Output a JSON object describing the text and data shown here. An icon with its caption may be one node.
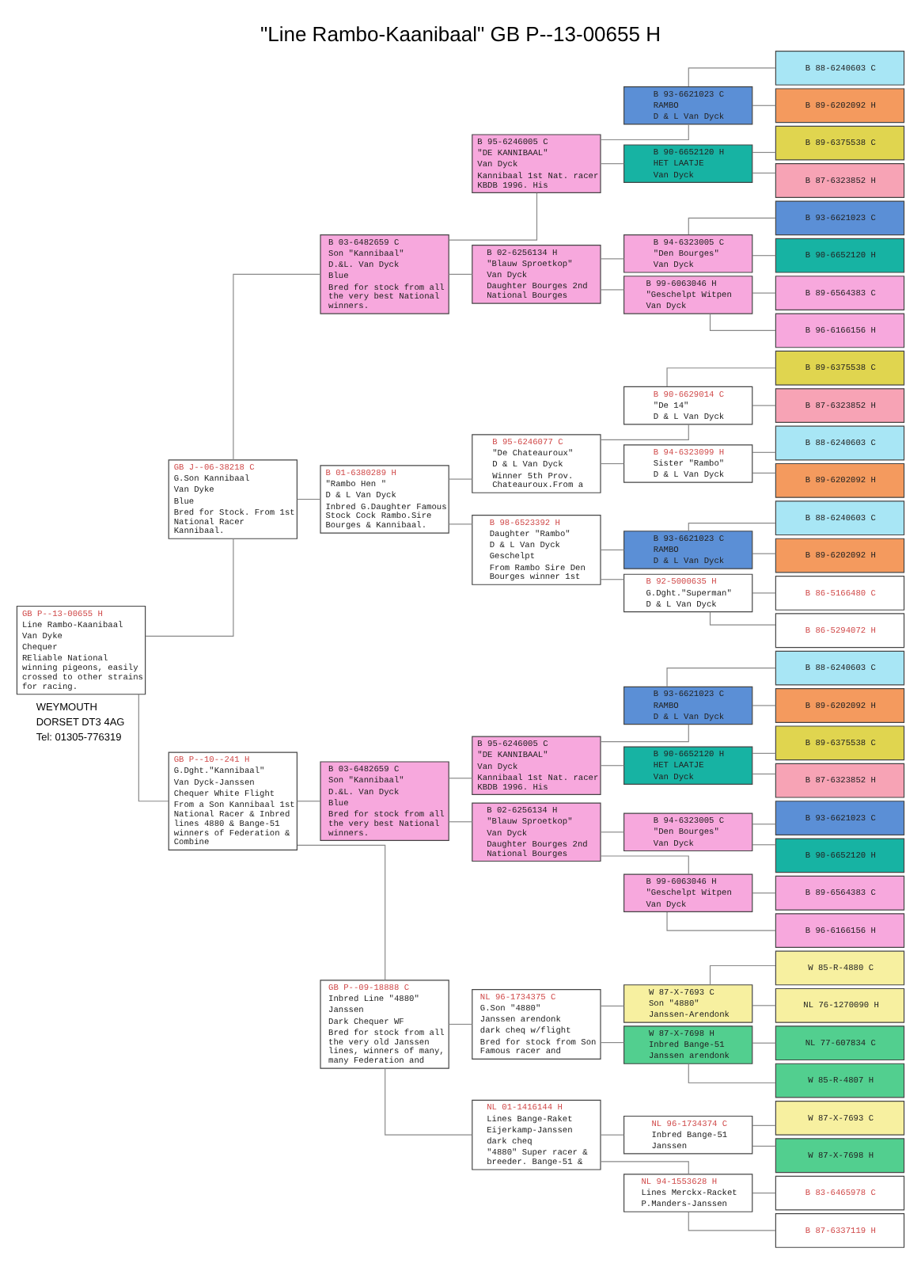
{
  "diagram": {
    "title": "\"Line Rambo-Kaanibaal\" GB P--13-00655 H",
    "nodes": [
      {
        "text": [
          "GB P--13-00655 H",
          "Line Rambo-Kaanibaal",
          "Van Dyke",
          "Chequer",
          "REliable National winning pigeons, easily crossed to other strains for racing."
        ]
      },
      {
        "text": [
          "GB J--06-38218 C",
          "G.Son Kannibaal",
          "Van Dyke",
          "Blue",
          "Bred for Stock. From 1st National Racer Kannibaal."
        ]
      },
      {
        "text": [
          "GB P--10--241 H",
          "G.Dght.\"Kannibaal\"",
          "Van Dyck-Janssen",
          "Chequer White Flight",
          "From a Son Kannibaal 1st National Racer & Inbred lines 4880 & Bange-51 winners of Federation & Combine"
        ]
      },
      {
        "text": [
          "B 03-6482659 C",
          "Son \"Kannibaal\"",
          "D.&L. Van Dyck",
          "Blue",
          "Bred for stock from all the very best National winners."
        ]
      },
      {
        "text": [
          "B 01-6380289 H",
          "\"Rambo Hen \"",
          "D & L Van Dyck",
          "Inbred G.Daughter Famous Stock Cock Rambo.Sire Bourges & Kannibaal."
        ]
      },
      {
        "text": [
          "B 03-6482659 C",
          "Son \"Kannibaal\"",
          "D.&L. Van Dyck",
          "Blue",
          "Bred for stock from all the very best National winners."
        ]
      },
      {
        "text": [
          "GB P--09-18888 C",
          "Inbred Line \"4880\"",
          "Janssen",
          "Dark Chequer WF",
          "Bred for stock from all the very old Janssen lines, winners of many, many Federation and"
        ]
      },
      {
        "text": [
          "B 95-6246005 C",
          "\"DE KANNIBAAL\"",
          "Van Dyck",
          "Kannibaal 1st Nat. racer KBDB 1996. His"
        ]
      },
      {
        "text": [
          "B 02-6256134 H",
          "\"Blauw Sproetkop\"",
          "Van Dyck",
          "Daughter Bourges 2nd National Bourges"
        ]
      },
      {
        "text": [
          "B 95-6246077 C",
          "\"De Chateauroux\"",
          "D & L Van Dyck",
          "Winner 5th Prov. Chateauroux.From a"
        ]
      },
      {
        "text": [
          "B 98-6523392 H",
          "Daughter \"Rambo\"",
          "D & L Van Dyck",
          "Geschelpt",
          "From Rambo Sire Den Bourges winner 1st"
        ]
      },
      {
        "text": [
          "B 95-6246005 C",
          "\"DE KANNIBAAL\"",
          "Van Dyck",
          "Kannibaal 1st Nat. racer KBDB 1996. His"
        ]
      },
      {
        "text": [
          "B 02-6256134 H",
          "\"Blauw Sproetkop\"",
          "Van Dyck",
          "Daughter Bourges 2nd National Bourges"
        ]
      },
      {
        "text": [
          "NL 96-1734375 C",
          "G.Son \"4880\"",
          "Janssen arendonk",
          "dark cheq w/flight",
          "Bred for stock from Son Famous racer and"
        ]
      },
      {
        "text": [
          "NL 01-1416144 H",
          "Lines Bange-Raket",
          "Eijerkamp-Janssen",
          "dark cheq",
          "\"4880\" Super racer & breeder. Bange-51 &"
        ]
      },
      {
        "text": [
          "B 93-6621023 C",
          "RAMBO",
          "D & L Van Dyck"
        ]
      },
      {
        "text": [
          "B 90-6652120 H",
          "HET LAATJE",
          "Van Dyck"
        ]
      },
      {
        "text": [
          "B 94-6323005 C",
          "\"Den Bourges\"",
          "Van Dyck"
        ]
      },
      {
        "text": [
          "B 99-6063046 H",
          "\"Geschelpt Witpen",
          "Van Dyck"
        ]
      },
      {
        "text": [
          "B 90-6629014 C",
          "\"De 14\"",
          "D & L Van Dyck"
        ]
      },
      {
        "text": [
          "B 94-6323099 H",
          "Sister \"Rambo\"",
          "D & L Van Dyck"
        ]
      },
      {
        "text": [
          "B 93-6621023 C",
          "RAMBO",
          "D & L Van Dyck"
        ]
      },
      {
        "text": [
          "B 92-5000635 H",
          "G.Dght.\"Superman\"",
          "D & L Van Dyck"
        ]
      },
      {
        "text": [
          "B 93-6621023 C",
          "RAMBO",
          "D & L Van Dyck"
        ]
      },
      {
        "text": [
          "B 90-6652120 H",
          "HET LAATJE",
          "Van Dyck"
        ]
      },
      {
        "text": [
          "B 94-6323005 C",
          "\"Den Bourges\"",
          "Van Dyck"
        ]
      },
      {
        "text": [
          "B 99-6063046 H",
          "\"Geschelpt Witpen",
          "Van Dyck"
        ]
      },
      {
        "text": [
          "W 87-X-7693 C",
          "Son \"4880\"",
          "Janssen-Arendonk"
        ]
      },
      {
        "text": [
          "W 87-X-7698 H",
          "Inbred Bange-51",
          "Janssen arendonk"
        ]
      },
      {
        "text": [
          "NL 96-1734374 C",
          "Inbred Bange-51",
          "Janssen"
        ]
      },
      {
        "text": [
          "NL 94-1553628 H",
          "Lines Merckx-Racket",
          "P.Manders-Janssen"
        ]
      },
      {
        "text": [
          "B 88-6240603 C"
        ]
      },
      {
        "text": [
          "B 89-6202092 H"
        ]
      },
      {
        "text": [
          "B 89-6375538 C"
        ]
      },
      {
        "text": [
          "B 87-6323852 H"
        ]
      },
      {
        "text": [
          "B 93-6621023 C"
        ]
      },
      {
        "text": [
          "B 90-6652120 H"
        ]
      },
      {
        "text": [
          "B 89-6564383 C"
        ]
      },
      {
        "text": [
          "B 96-6166156 H"
        ]
      },
      {
        "text": [
          "B 89-6375538 C"
        ]
      },
      {
        "text": [
          "B 87-6323852 H"
        ]
      },
      {
        "text": [
          "B 88-6240603 C"
        ]
      },
      {
        "text": [
          "B 89-6202092 H"
        ]
      },
      {
        "text": [
          "B 88-6240603 C"
        ]
      },
      {
        "text": [
          "B 89-6202092 H"
        ]
      },
      {
        "text": [
          "B 86-5166480 C"
        ]
      },
      {
        "text": [
          "B 86-5294072 H"
        ]
      },
      {
        "text": [
          "B 88-6240603 C"
        ]
      },
      {
        "text": [
          "B 89-6202092 H"
        ]
      },
      {
        "text": [
          "B 89-6375538 C"
        ]
      },
      {
        "text": [
          "B 87-6323852 H"
        ]
      },
      {
        "text": [
          "B 93-6621023 C"
        ]
      },
      {
        "text": [
          "B 90-6652120 H"
        ]
      },
      {
        "text": [
          "B 89-6564383 C"
        ]
      },
      {
        "text": [
          "B 96-6166156 H"
        ]
      },
      {
        "text": [
          "W 85-R-4880 C"
        ]
      },
      {
        "text": [
          "NL 76-1270090 H"
        ]
      },
      {
        "text": [
          "NL 77-607834 C"
        ]
      },
      {
        "text": [
          "W 85-R-4807 H"
        ]
      },
      {
        "text": [
          "W 87-X-7693 C"
        ]
      },
      {
        "text": [
          "W 87-X-7698 H"
        ]
      },
      {
        "text": [
          "B 83-6465978 C"
        ]
      },
      {
        "text": [
          "B 87-6337119 H"
        ]
      }
    ],
    "edges": [
      {
        "from": 0,
        "to": 1,
        "arrow": "none"
      },
      {
        "from": 0,
        "to": 2,
        "arrow": "none"
      },
      {
        "from": 1,
        "to": 3,
        "arrow": "none"
      },
      {
        "from": 1,
        "to": 4,
        "arrow": "none"
      },
      {
        "from": 2,
        "to": 5,
        "arrow": "none"
      },
      {
        "from": 2,
        "to": 6,
        "arrow": "none"
      },
      {
        "from": 3,
        "to": 7,
        "arrow": "none"
      },
      {
        "from": 3,
        "to": 8,
        "arrow": "none"
      },
      {
        "from": 4,
        "to": 9,
        "arrow": "none"
      },
      {
        "from": 4,
        "to": 10,
        "arrow": "none"
      },
      {
        "from": 5,
        "to": 11,
        "arrow": "none"
      },
      {
        "from": 5,
        "to": 12,
        "arrow": "none"
      },
      {
        "from": 6,
        "to": 13,
        "arrow": "none"
      },
      {
        "from": 6,
        "to": 14,
        "arrow": "none"
      },
      {
        "from": 7,
        "to": 15,
        "arrow": "none"
      },
      {
        "from": 7,
        "to": 16,
        "arrow": "none"
      },
      {
        "from": 8,
        "to": 17,
        "arrow": "none"
      },
      {
        "from": 8,
        "to": 18,
        "arrow": "none"
      },
      {
        "from": 9,
        "to": 19,
        "arrow": "none"
      },
      {
        "from": 9,
        "to": 20,
        "arrow": "none"
      },
      {
        "from": 10,
        "to": 21,
        "arrow": "none"
      },
      {
        "from": 10,
        "to": 22,
        "arrow": "none"
      },
      {
        "from": 11,
        "to": 23,
        "arrow": "none"
      },
      {
        "from": 11,
        "to": 24,
        "arrow": "none"
      },
      {
        "from": 12,
        "to": 25,
        "arrow": "none"
      },
      {
        "from": 12,
        "to": 26,
        "arrow": "none"
      },
      {
        "from": 13,
        "to": 27,
        "arrow": "none"
      },
      {
        "from": 13,
        "to": 28,
        "arrow": "none"
      },
      {
        "from": 14,
        "to": 29,
        "arrow": "none"
      },
      {
        "from": 14,
        "to": 30,
        "arrow": "none"
      },
      {
        "from": 15,
        "to": 31,
        "arrow": "none"
      },
      {
        "from": 15,
        "to": 32,
        "arrow": "none"
      },
      {
        "from": 16,
        "to": 33,
        "arrow": "none"
      },
      {
        "from": 16,
        "to": 34,
        "arrow": "none"
      },
      {
        "from": 17,
        "to": 35,
        "arrow": "none"
      },
      {
        "from": 17,
        "to": 36,
        "arrow": "none"
      },
      {
        "from": 18,
        "to": 37,
        "arrow": "none"
      },
      {
        "from": 18,
        "to": 38,
        "arrow": "none"
      },
      {
        "from": 19,
        "to": 39,
        "arrow": "none"
      },
      {
        "from": 19,
        "to": 40,
        "arrow": "none"
      },
      {
        "from": 20,
        "to": 41,
        "arrow": "none"
      },
      {
        "from": 20,
        "to": 42,
        "arrow": "none"
      },
      {
        "from": 21,
        "to": 43,
        "arrow": "none"
      },
      {
        "from": 21,
        "to": 44,
        "arrow": "none"
      },
      {
        "from": 22,
        "to": 45,
        "arrow": "none"
      },
      {
        "from": 22,
        "to": 46,
        "arrow": "none"
      },
      {
        "from": 23,
        "to": 47,
        "arrow": "none"
      },
      {
        "from": 23,
        "to": 48,
        "arrow": "none"
      },
      {
        "from": 24,
        "to": 49,
        "arrow": "none"
      },
      {
        "from": 24,
        "to": 50,
        "arrow": "none"
      },
      {
        "from": 25,
        "to": 51,
        "arrow": "none"
      },
      {
        "from": 25,
        "to": 52,
        "arrow": "none"
      },
      {
        "from": 26,
        "to": 53,
        "arrow": "none"
      },
      {
        "from": 26,
        "to": 54,
        "arrow": "none"
      },
      {
        "from": 27,
        "to": 55,
        "arrow": "none"
      },
      {
        "from": 27,
        "to": 56,
        "arrow": "none"
      },
      {
        "from": 28,
        "to": 57,
        "arrow": "none"
      },
      {
        "from": 28,
        "to": 58,
        "arrow": "none"
      },
      {
        "from": 29,
        "to": 59,
        "arrow": "none"
      },
      {
        "from": 29,
        "to": 60,
        "arrow": "none"
      },
      {
        "from": 30,
        "to": 61,
        "arrow": "none"
      },
      {
        "from": 30,
        "to": 62,
        "arrow": "none"
      }
    ],
    "labels": [
      "WEYMOUTH",
      "DORSET DT3 4AG",
      "Tel: 01305-776319"
    ]
  }
}
